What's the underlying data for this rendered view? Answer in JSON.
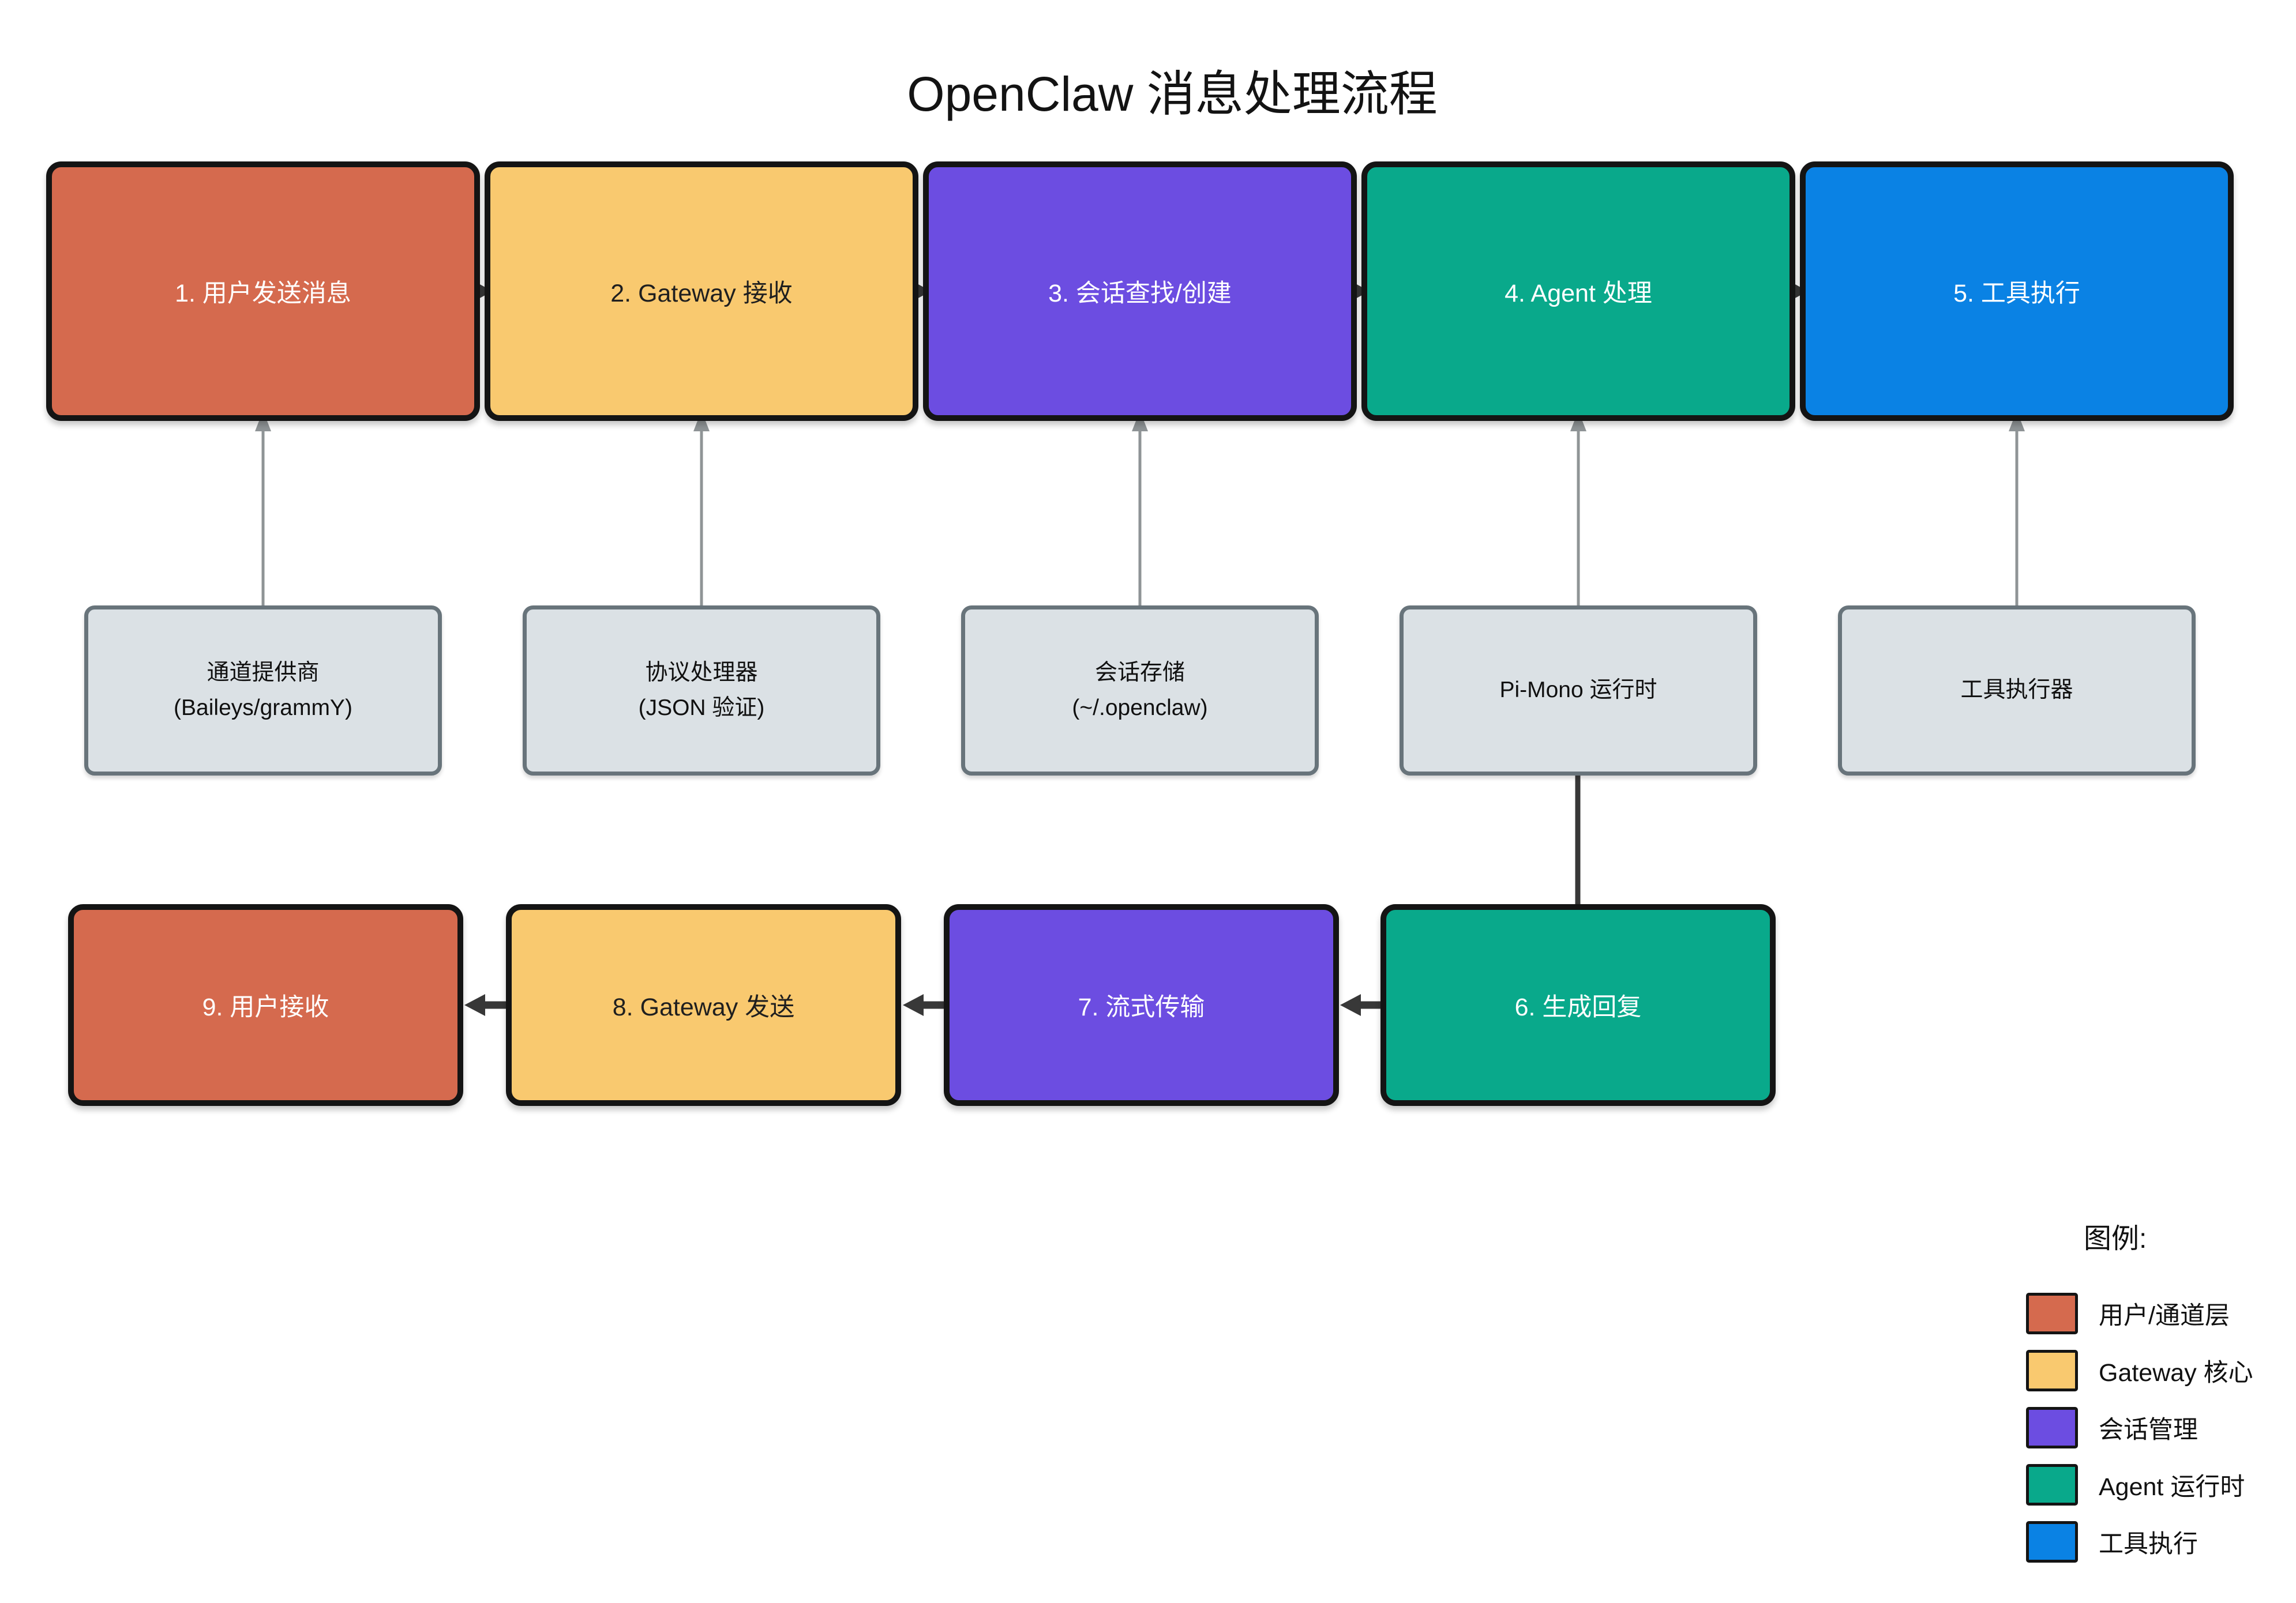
{
  "title": "OpenClaw 消息处理流程",
  "colors": {
    "user_channel_layer": "#D56A4E",
    "gateway_core": "#F9C96F",
    "session_management": "#6C4DE1",
    "agent_runtime": "#09A98B",
    "tool_execution": "#0A82E4",
    "infra_fill": "#DBE1E5",
    "infra_border": "#68747B",
    "node_border": "#141414",
    "connector_light": "#8F9496",
    "connector_dark": "#383838"
  },
  "flow": {
    "top": [
      {
        "label": "1. 用户发送消息"
      },
      {
        "label": "2. Gateway 接收"
      },
      {
        "label": "3. 会话查找/创建"
      },
      {
        "label": "4. Agent 处理"
      },
      {
        "label": "5. 工具执行"
      }
    ],
    "infra": [
      {
        "label": "通道提供商",
        "sub": "(Baileys/grammY)"
      },
      {
        "label": "协议处理器",
        "sub": "(JSON 验证)"
      },
      {
        "label": "会话存储",
        "sub": "(~/.openclaw)"
      },
      {
        "label": "Pi-Mono 运行时"
      },
      {
        "label": "工具执行器"
      }
    ],
    "bottom": [
      {
        "label": "9. 用户接收"
      },
      {
        "label": "8. Gateway 发送"
      },
      {
        "label": "7. 流式传输"
      },
      {
        "label": "6. 生成回复"
      }
    ]
  },
  "legend": {
    "title": "图例:",
    "items": [
      {
        "label": "用户/通道层",
        "color": "#D56A4E"
      },
      {
        "label": "Gateway 核心",
        "color": "#F9C96F"
      },
      {
        "label": "会话管理",
        "color": "#6C4DE1"
      },
      {
        "label": "Agent 运行时",
        "color": "#09A98B"
      },
      {
        "label": "工具执行",
        "color": "#0A82E4"
      }
    ]
  }
}
